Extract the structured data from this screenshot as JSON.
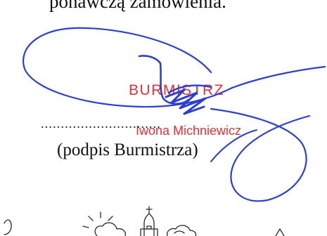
{
  "document": {
    "top_text": "ponawczą zamówienia.",
    "stamp_title": "BURMISTRZ",
    "stamp_name": "Iwona Michniewicz",
    "signature_dots": "..............................",
    "caption": "(podpis Burmistrza)"
  },
  "colors": {
    "ink": "#111111",
    "stamp": "#e2343a",
    "signature": "#2b3fd1"
  }
}
